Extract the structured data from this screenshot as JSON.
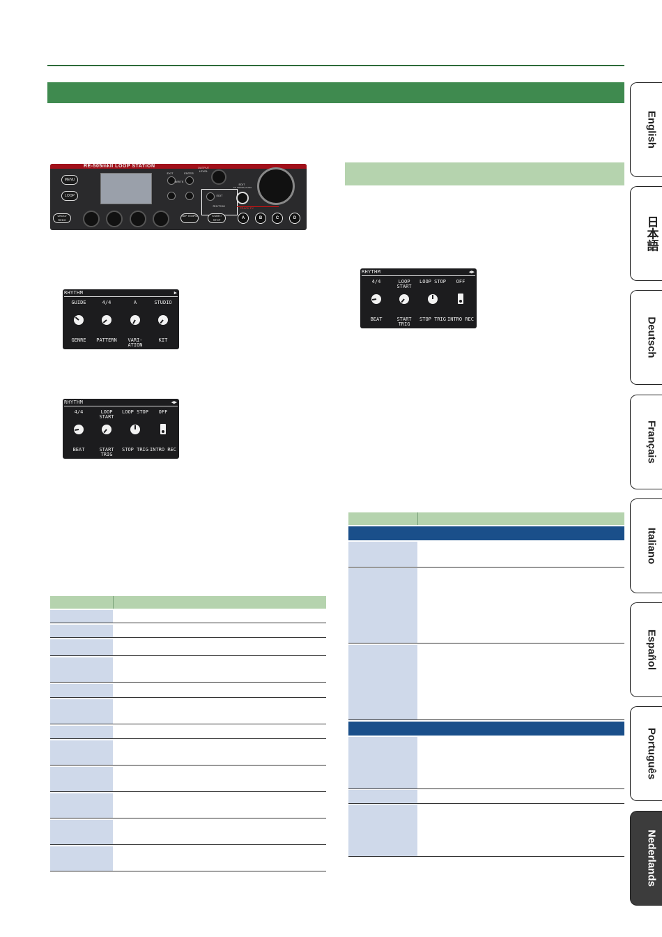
{
  "device": {
    "brand": "RE-505mkII LOOP STATION",
    "buttons": {
      "menu": "MENU",
      "loop": "LOOP",
      "undo_redo": "UNDO/ REDO",
      "exit": "EXIT",
      "enter": "ENTER",
      "write": "WRITE",
      "output_level": "OUTPUT LEVEL",
      "edit_small": "EDIT",
      "rhythm": "RHYTHM",
      "edit_right": "EDIT",
      "fx_note": "FX ON/OFF, PUSH",
      "track_fx": "TRACK FX",
      "tap_tempo": "TAP TEMPO",
      "start_stop": "START/ STOP",
      "fx_a": "A",
      "fx_b": "B",
      "fx_c": "C",
      "fx_d": "D"
    }
  },
  "lcd1": {
    "title": "RHYTHM",
    "arrow": "▶",
    "values": [
      "GUIDE",
      "4/4",
      "A",
      "STUDIO"
    ],
    "names": [
      "GENRE",
      "PATTERN",
      "VARI- ATION",
      "KIT"
    ]
  },
  "lcd2": {
    "title": "RHYTHM",
    "arrow": "◀▶",
    "values": [
      "4/4",
      "LOOP START",
      "LOOP STOP",
      "OFF"
    ],
    "names": [
      "BEAT",
      "START TRIG",
      "STOP TRIG",
      "INTRO REC"
    ]
  },
  "lcd3": {
    "title": "RHYTHM",
    "arrow": "◀▶",
    "values": [
      "4/4",
      "LOOP START",
      "LOOP STOP",
      "OFF"
    ],
    "names": [
      "BEAT",
      "START TRIG",
      "STOP TRIG",
      "INTRO REC"
    ]
  },
  "tabs": [
    {
      "label": "English",
      "active": false
    },
    {
      "label": "日本語",
      "active": false
    },
    {
      "label": "Deutsch",
      "active": false
    },
    {
      "label": "Français",
      "active": false
    },
    {
      "label": "Italiano",
      "active": false
    },
    {
      "label": "Español",
      "active": false
    },
    {
      "label": "Português",
      "active": false
    },
    {
      "label": "Nederlands",
      "active": true
    }
  ],
  "colors": {
    "section_green": "#3f8a4f",
    "header_light_green": "#b5d3ae",
    "label_blue": "#cfd9ea",
    "band_blue": "#1a4f8a"
  }
}
